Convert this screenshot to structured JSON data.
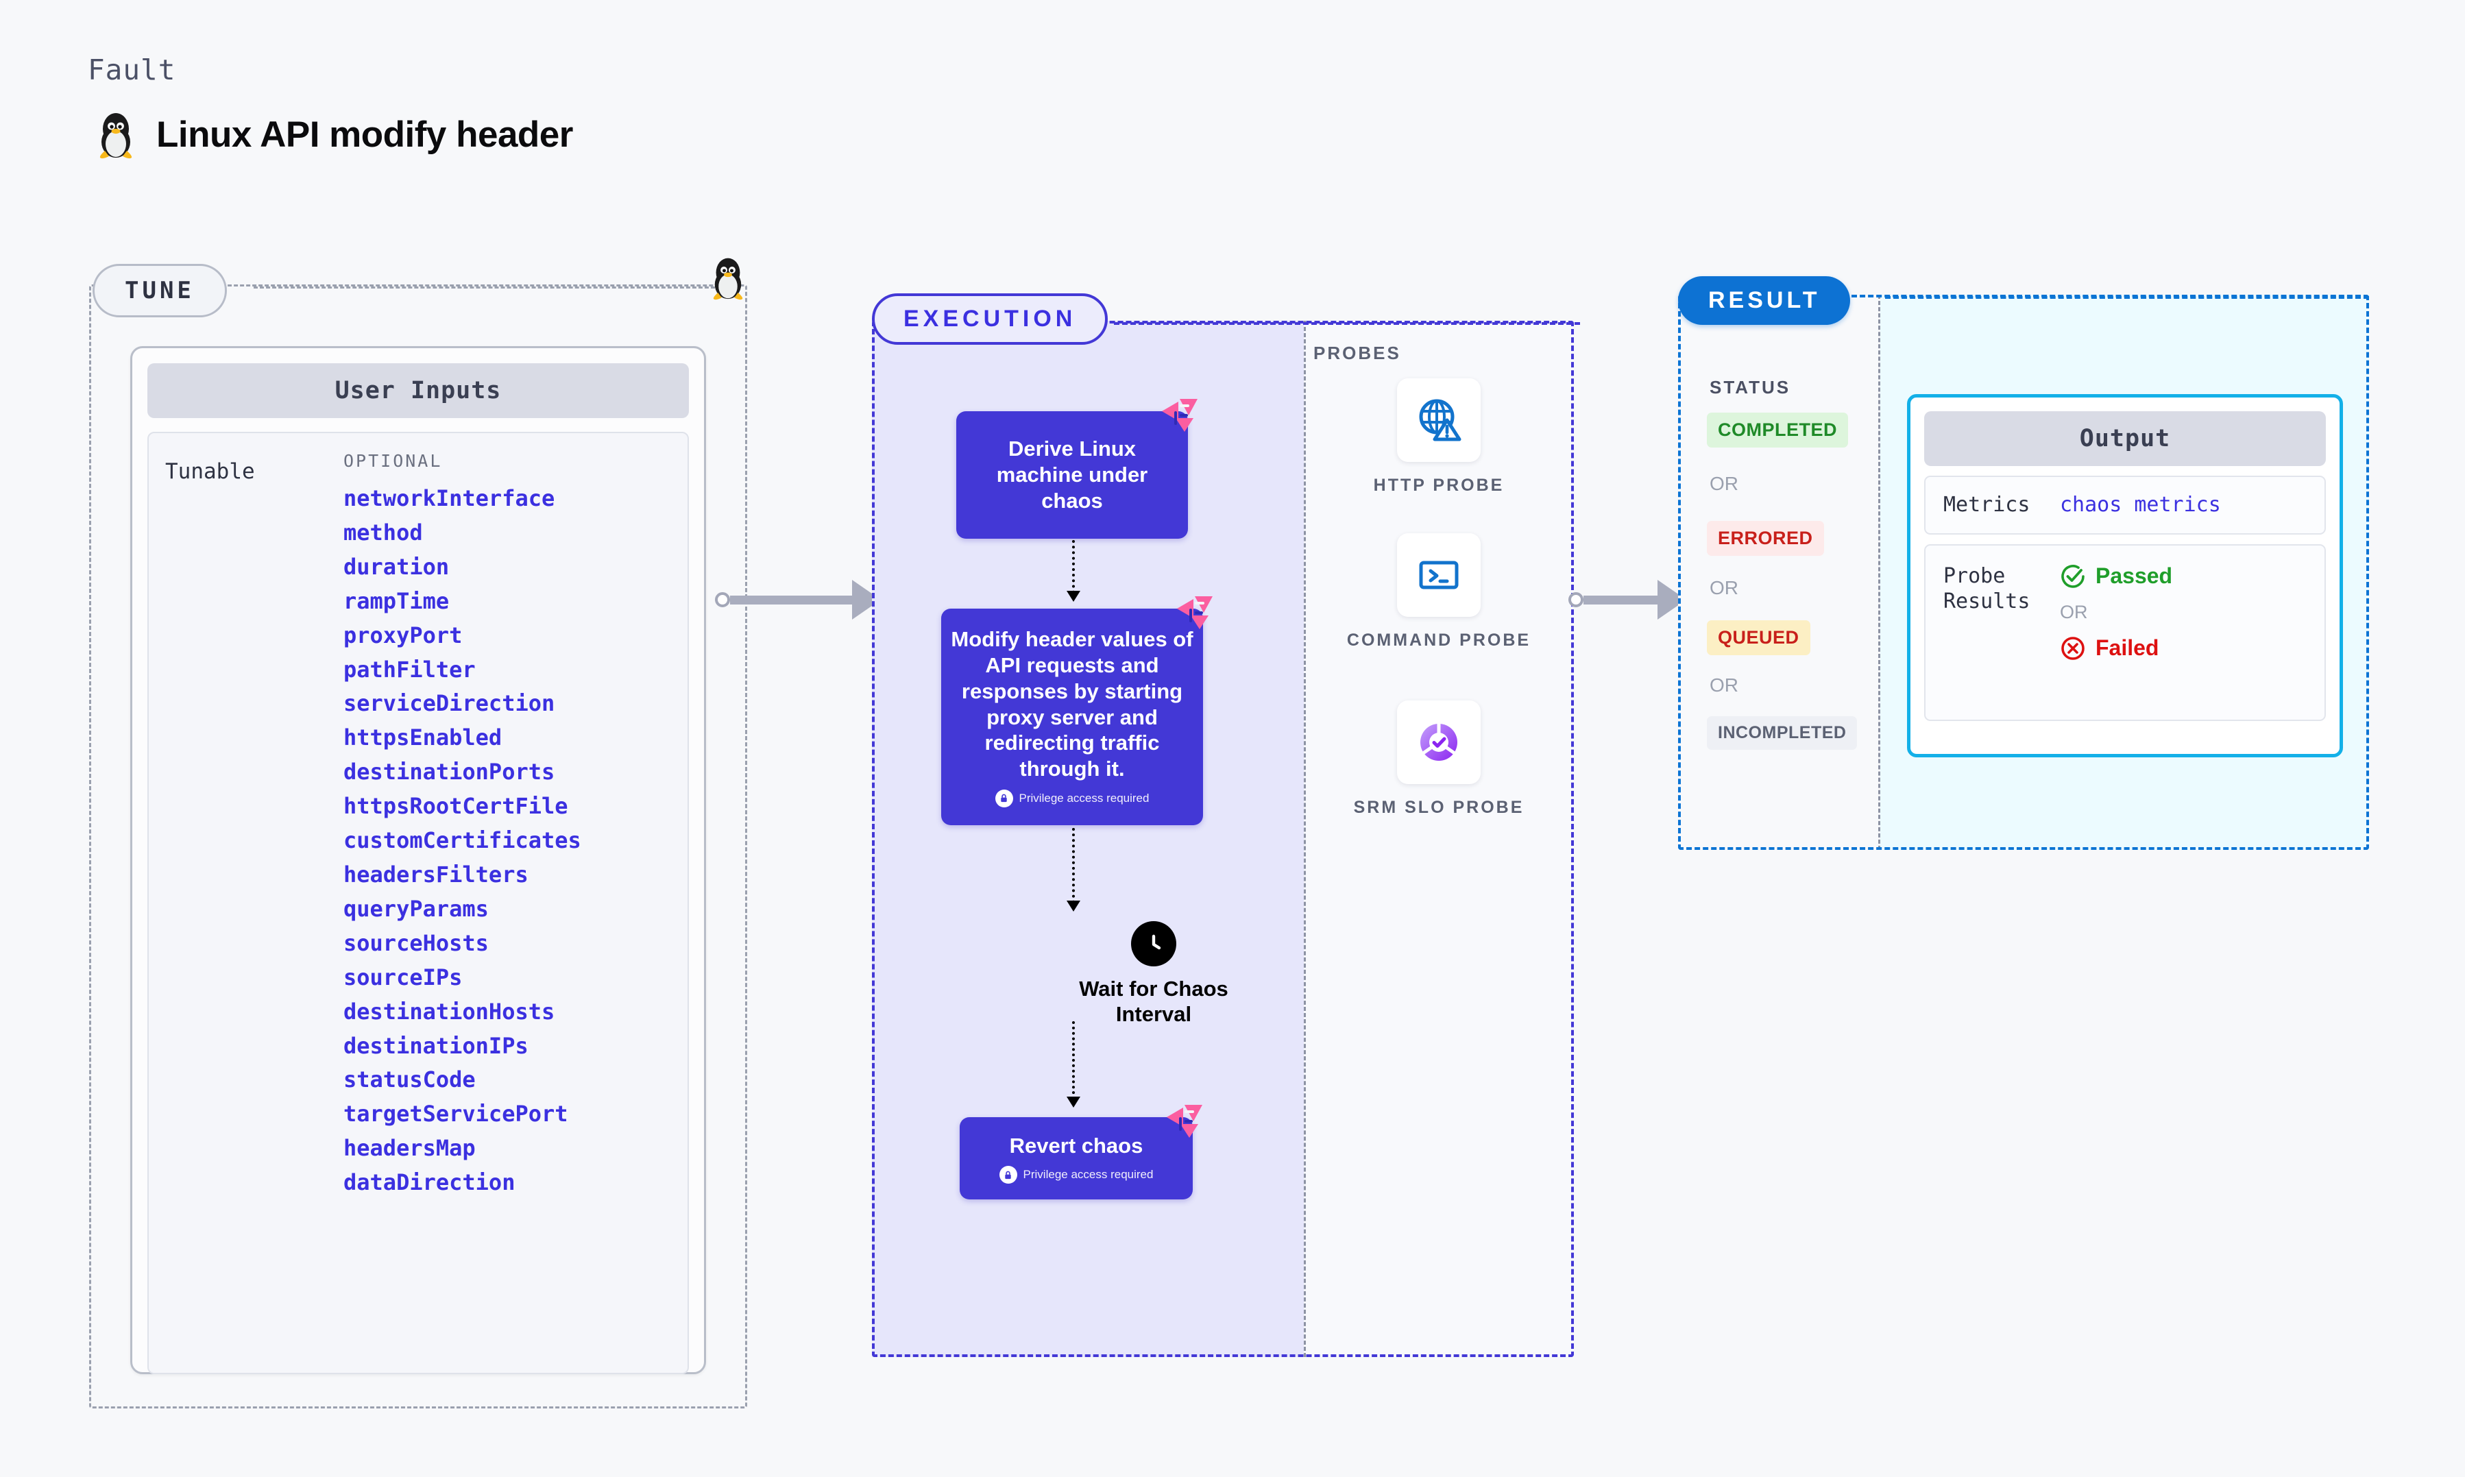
{
  "header": {
    "eyebrow": "Fault",
    "title": "Linux API modify header",
    "os_icon": "linux-penguin-icon"
  },
  "tune": {
    "pill_label": "TUNE",
    "card_title": "User Inputs",
    "group_label": "Tunable",
    "optional_label": "OPTIONAL",
    "params": [
      "networkInterface",
      "method",
      "duration",
      "rampTime",
      "proxyPort",
      "pathFilter",
      "serviceDirection",
      "httpsEnabled",
      "destinationPorts",
      "httpsRootCertFile",
      "customCertificates",
      "headersFilters",
      "queryParams",
      "sourceHosts",
      "sourceIPs",
      "destinationHosts",
      "destinationIPs",
      "statusCode",
      "targetServicePort",
      "headersMap",
      "dataDirection"
    ]
  },
  "execution": {
    "pill_label": "EXECUTION",
    "nodes": [
      {
        "title": "Derive Linux machine under chaos",
        "privilege_note": null,
        "badge": "chaos-corner-badge"
      },
      {
        "title": "Modify header values of API requests and responses by starting proxy server and redirecting traffic through it.",
        "privilege_note": "Privilege access required",
        "badge": "chaos-corner-badge"
      },
      {
        "title": "Revert chaos",
        "privilege_note": "Privilege access required",
        "badge": "chaos-corner-badge"
      }
    ],
    "wait_node": {
      "label": "Wait for Chaos Interval",
      "icon": "clock-icon"
    }
  },
  "probes": {
    "title": "PROBES",
    "items": [
      {
        "label": "HTTP PROBE",
        "icon": "globe-warning-icon"
      },
      {
        "label": "COMMAND PROBE",
        "icon": "terminal-icon"
      },
      {
        "label": "SRM SLO PROBE",
        "icon": "srm-slo-donut-icon"
      }
    ]
  },
  "result": {
    "pill_label": "RESULT",
    "status_title": "STATUS",
    "or_label": "OR",
    "statuses": [
      {
        "label": "COMPLETED",
        "text_color": "#1f8a28",
        "bg_color": "#ddf5dc"
      },
      {
        "label": "ERRORED",
        "text_color": "#c8201b",
        "bg_color": "#fdeaea"
      },
      {
        "label": "QUEUED",
        "text_color": "#c8201b",
        "bg_color": "#fcefc4"
      },
      {
        "label": "INCOMPLETED",
        "text_color": "#5b6173",
        "bg_color": "#eef0f5"
      }
    ],
    "output": {
      "card_title": "Output",
      "metrics_key": "Metrics",
      "metrics_value": "chaos metrics",
      "probe_results_key": "Probe Results",
      "passed_label": "Passed",
      "failed_label": "Failed",
      "or_label": "OR",
      "passed_icon": "check-circle-icon",
      "failed_icon": "x-circle-icon"
    }
  },
  "connectors": [
    {
      "name": "tune-to-execution"
    },
    {
      "name": "execution-to-result"
    }
  ],
  "colors": {
    "accent_purple": "#4338d6",
    "accent_blue": "#0d72d3",
    "accent_cyan": "#13b0e8",
    "param_blue": "#3b30e0",
    "badge_pink": "#fb5ea0",
    "page_bg": "#f7f8fa"
  }
}
